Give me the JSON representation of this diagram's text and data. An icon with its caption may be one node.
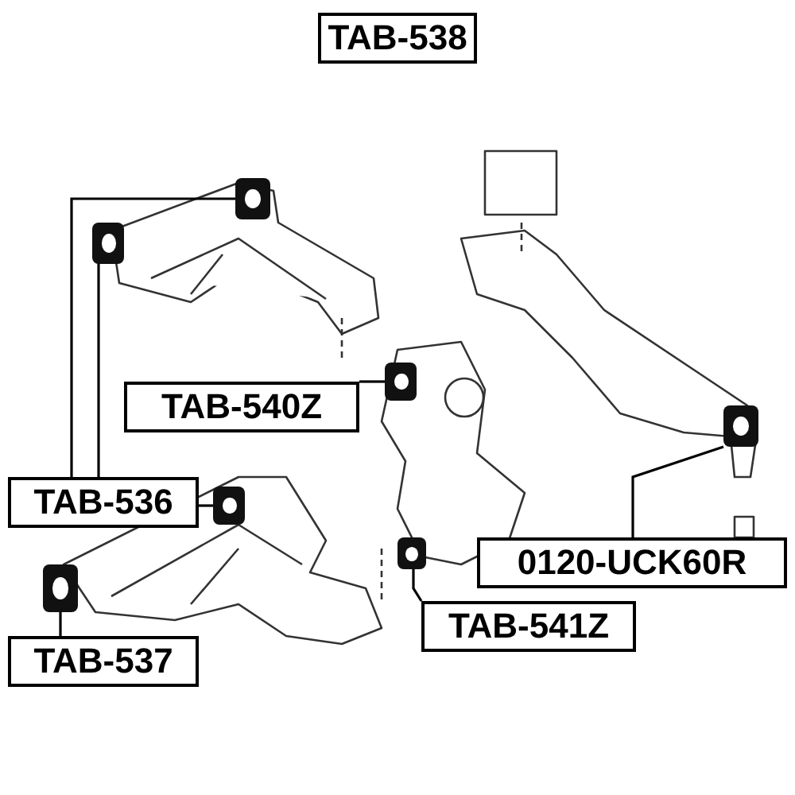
{
  "diagram": {
    "nodes": [
      {
        "text": [
          "TAB-538"
        ]
      },
      {
        "text": [
          "TAB-540Z"
        ]
      },
      {
        "text": [
          "TAB-536"
        ]
      },
      {
        "text": [
          "TAB-537"
        ]
      },
      {
        "text": [
          "TAB-541Z"
        ]
      },
      {
        "text": [
          "0120-UCK60R"
        ]
      },
      {
        "text": [],
        "shape": "cylinder"
      },
      {
        "text": [],
        "shape": "cylinder"
      },
      {
        "text": [],
        "shape": "cylinder"
      },
      {
        "text": [],
        "shape": "cylinder"
      },
      {
        "text": [],
        "shape": "cylinder"
      },
      {
        "text": [],
        "shape": "cylinder"
      },
      {
        "text": [],
        "shape": "cylinder"
      }
    ],
    "edges": [
      {
        "from": 1,
        "to": 8,
        "arrow": "none"
      },
      {
        "from": 2,
        "to": 6,
        "arrow": "none"
      },
      {
        "from": 2,
        "to": 7,
        "arrow": "none"
      },
      {
        "from": 2,
        "to": 9,
        "arrow": "none"
      },
      {
        "from": 3,
        "to": 10,
        "arrow": "none"
      },
      {
        "from": 4,
        "to": 11,
        "arrow": "none"
      },
      {
        "from": 5,
        "to": 12,
        "arrow": "none"
      }
    ]
  }
}
